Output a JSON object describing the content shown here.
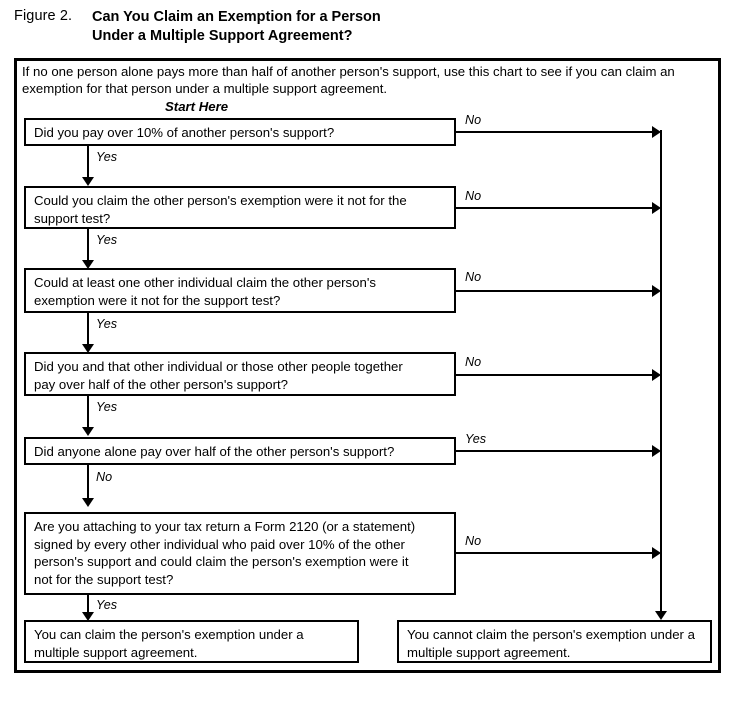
{
  "figure": {
    "label": "Figure 2.",
    "title_line1": "Can You Claim an Exemption for a Person",
    "title_line2": "Under a Multiple Support Agreement?"
  },
  "intro": "If no one person alone pays more than half of another person's support, use this chart to see if you can claim an exemption for that person under a multiple support agreement.",
  "start_marker": "Start Here",
  "branch_labels": {
    "yes": "Yes",
    "no": "No"
  },
  "nodes": [
    {
      "id": "q1",
      "line1": "Did you pay over 10% of another person's support?",
      "down_label": "Yes",
      "right_label": "No"
    },
    {
      "id": "q2",
      "line1": "Could you claim the other person's exemption were it not for the",
      "line2": "support test?",
      "down_label": "Yes",
      "right_label": "No"
    },
    {
      "id": "q3",
      "line1": "Could at least one other individual claim the other person's",
      "line2": "exemption were it not for the support test?",
      "down_label": "Yes",
      "right_label": "No"
    },
    {
      "id": "q4",
      "line1": "Did you and that other individual or those other people together",
      "line2": "pay over half of the other person's support?",
      "down_label": "Yes",
      "right_label": "No"
    },
    {
      "id": "q5",
      "line1": "Did anyone alone pay over half of the other person's support?",
      "down_label": "No",
      "right_label": "Yes"
    },
    {
      "id": "q6",
      "line1": "Are you attaching to your tax return a Form 2120 (or a statement)",
      "line2": "signed by every other individual who paid over 10% of the other",
      "line3": "person's support and could claim the person's exemption were it",
      "line4": "not for the support test?",
      "down_label": "Yes",
      "right_label": "No"
    }
  ],
  "outcomes": {
    "yes_outcome": {
      "line1": "You can claim the person's exemption under a",
      "line2": "multiple support agreement."
    },
    "no_outcome": {
      "line1": "You cannot claim the person's exemption under a",
      "line2": "multiple support agreement."
    }
  },
  "chart_data": {
    "type": "flowchart",
    "title": "Can You Claim an Exemption for a Person Under a Multiple Support Agreement?",
    "orientation": "top-to-bottom",
    "start": "Start Here",
    "steps": [
      {
        "step": 1,
        "question": "Did you pay over 10% of another person's support?",
        "yes": "go to step 2",
        "no": "cannot claim"
      },
      {
        "step": 2,
        "question": "Could you claim the other person's exemption were it not for the support test?",
        "yes": "go to step 3",
        "no": "cannot claim"
      },
      {
        "step": 3,
        "question": "Could at least one other individual claim the other person's exemption were it not for the support test?",
        "yes": "go to step 4",
        "no": "cannot claim"
      },
      {
        "step": 4,
        "question": "Did you and that other individual or those other people together pay over half of the other person's support?",
        "yes": "go to step 5",
        "no": "cannot claim"
      },
      {
        "step": 5,
        "question": "Did anyone alone pay over half of the other person's support?",
        "yes": "cannot claim",
        "no": "go to step 6"
      },
      {
        "step": 6,
        "question": "Are you attaching to your tax return a Form 2120 (or a statement) signed by every other individual who paid over 10% of the other person's support and could claim the person's exemption were it not for the support test?",
        "yes": "can claim",
        "no": "cannot claim"
      }
    ],
    "terminals": [
      "You can claim the person's exemption under a multiple support agreement.",
      "You cannot claim the person's exemption under a multiple support agreement."
    ]
  }
}
